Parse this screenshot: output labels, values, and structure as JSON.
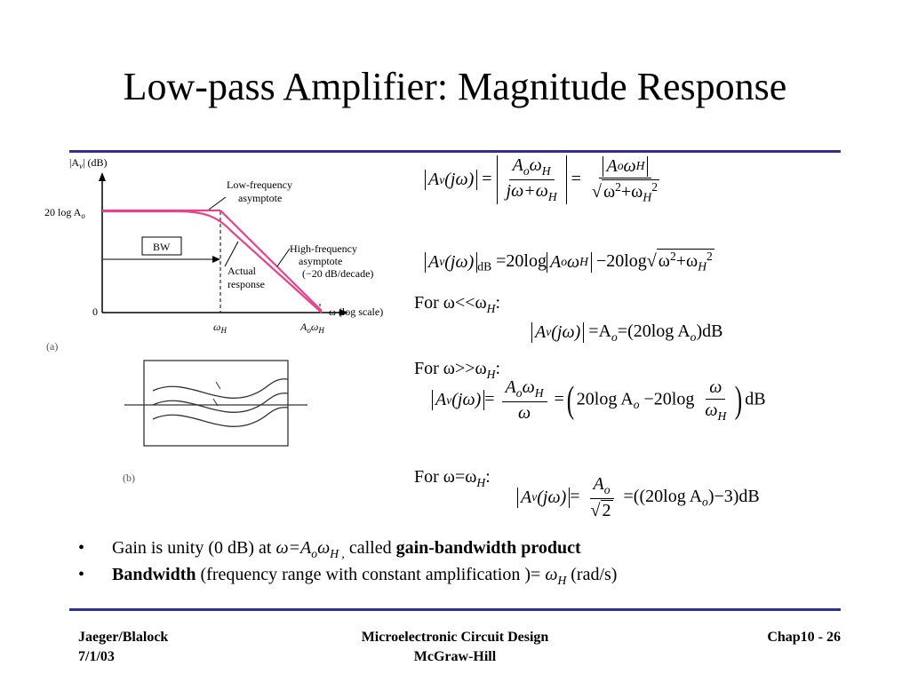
{
  "slide": {
    "title": "Low-pass Amplifier: Magnitude Response"
  },
  "figure": {
    "a": {
      "y_axis_label": "|A",
      "y_axis_label_sub": "v",
      "y_axis_label_end": "| (dB)",
      "y_tick_top": "20 log A",
      "y_tick_top_sub": "o",
      "y_tick_zero": "0",
      "x_axis_label": "ω (log scale)",
      "x_tick_1": "ω",
      "x_tick_1_sub": "H",
      "x_tick_2": "A",
      "x_tick_2_sub": "o",
      "x_tick_2_end": "ω",
      "x_tick_2_sub2": "H",
      "bw_label": "BW",
      "lf_label_1": "Low-frequency",
      "lf_label_2": "asymptote",
      "hf_label_1": "High-frequency",
      "hf_label_2": "asymptote",
      "hf_label_3": "(−20 dB/decade)",
      "actual_label_1": "Actual",
      "actual_label_2": "response",
      "panel_label": "(a)"
    },
    "b": {
      "panel_label": "(b)"
    }
  },
  "equations": {
    "eq1": {
      "lhs": "A",
      "lhs_sub": "v",
      "arg": "(jω)",
      "num": "A",
      "num_sub": "o",
      "num_end": "ω",
      "num_sub2": "H",
      "den": "jω+ω",
      "den_sub": "H",
      "eq": "="
    },
    "eq2": {
      "lhs_unit": "dB",
      "rhs": "=20log",
      "mid": "−20log"
    },
    "case1": {
      "label": "For ω<<ω",
      "label_sub": "H",
      "label_end": ":",
      "rhs": "=A",
      "rhs_sub": "o",
      "rhs_end": "=(20log A",
      "rhs_end_sub": "o",
      "rhs_unit": ")dB"
    },
    "case2": {
      "label": "For ω>>ω",
      "label_sub": "H",
      "label_end": ":",
      "den": "ω",
      "mid": "20log A",
      "mid_sub": "o",
      "minus": "−20log",
      "frac_num": "ω",
      "frac_den": "ω",
      "frac_den_sub": "H",
      "unit": "dB"
    },
    "case3": {
      "label": "For ω=ω",
      "label_sub": "H",
      "label_end": ":",
      "num": "A",
      "num_sub": "o",
      "den": "2",
      "rhs": "=((20log A",
      "rhs_sub": "o",
      "rhs_end": ")−3)dB"
    }
  },
  "bullets": [
    {
      "marker": "•",
      "text1": "Gain is unity (0 dB) at ",
      "math": "ω=A",
      "math_sub": "o",
      "math_end": "ω",
      "math_sub2": "H ,",
      "text2": " called ",
      "bold": "gain-bandwidth product"
    },
    {
      "marker": "•",
      "bold": "Bandwidth",
      "text1": " (frequency range with constant amplification )= ",
      "math": "ω",
      "math_sub": "H",
      "text2": " (rad/s)"
    }
  ],
  "footer": {
    "left_1": "Jaeger/Blalock",
    "left_2": "7/1/03",
    "center_1": "Microelectronic Circuit Design",
    "center_2": "McGraw-Hill",
    "right": "Chap10 - 26"
  },
  "colors": {
    "rule": "#2e3192",
    "response_curve": "#e8438a"
  }
}
